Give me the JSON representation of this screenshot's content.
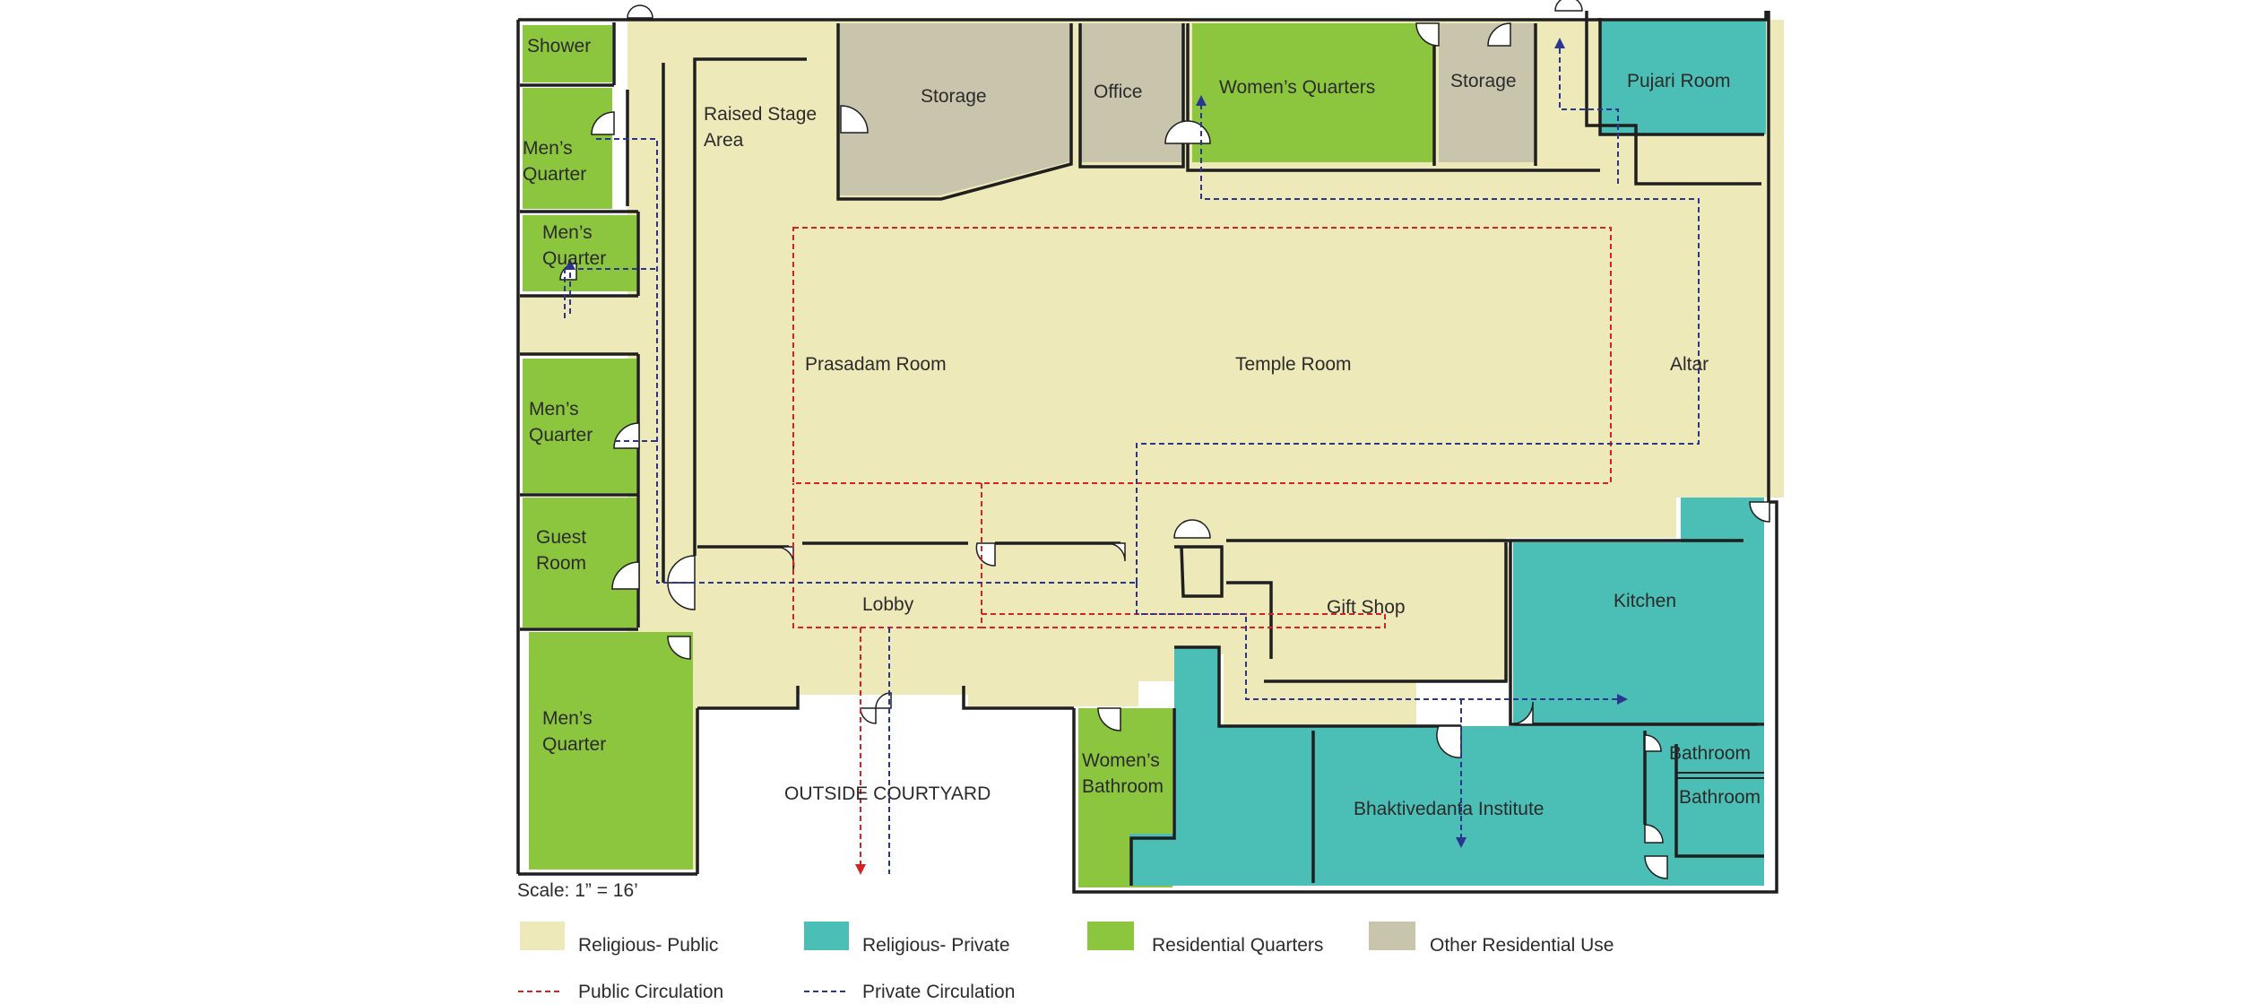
{
  "colors": {
    "religious_public": "#ede9b9",
    "religious_private": "#4bbfb5",
    "residential": "#8cc63f",
    "other_residential": "#c8c5ac",
    "public_circulation": "#d2232a",
    "private_circulation": "#2a3590",
    "wall": "#1f1f1f"
  },
  "rooms": {
    "shower": "Shower",
    "mens_quarter_1a": "Men’s",
    "mens_quarter_1b": "Quarter",
    "mens_quarter_2a": "Men’s",
    "mens_quarter_2b": "Quarter",
    "mens_quarter_3a": "Men’s",
    "mens_quarter_3b": "Quarter",
    "guest_room_a": "Guest",
    "guest_room_b": "Room",
    "mens_quarter_4a": "Men’s",
    "mens_quarter_4b": "Quarter",
    "raised_stage_a": "Raised Stage",
    "raised_stage_b": "Area",
    "storage_1": "Storage",
    "office": "Office",
    "womens_quarters": "Women’s Quarters",
    "storage_2": "Storage",
    "pujari_room": "Pujari Room",
    "prasadam_room": "Prasadam Room",
    "temple_room": "Temple Room",
    "altar": "Altar",
    "lobby": "Lobby",
    "gift_shop": "Gift Shop",
    "kitchen": "Kitchen",
    "womens_bathroom_a": "Women’s",
    "womens_bathroom_b": "Bathroom",
    "bhaktivedanta_institute": "Bhaktivedanta Institute",
    "bathroom_1": "Bathroom",
    "bathroom_2": "Bathroom",
    "outside_courtyard": "OUTSIDE COURTYARD"
  },
  "scale": "Scale: 1” = 16’",
  "legend": {
    "religious_public": "Religious- Public",
    "religious_private": "Religious- Private",
    "residential_quarters": "Residential Quarters",
    "other_residential_use": "Other Residential Use",
    "public_circulation": "Public Circulation",
    "private_circulation": "Private Circulation"
  }
}
